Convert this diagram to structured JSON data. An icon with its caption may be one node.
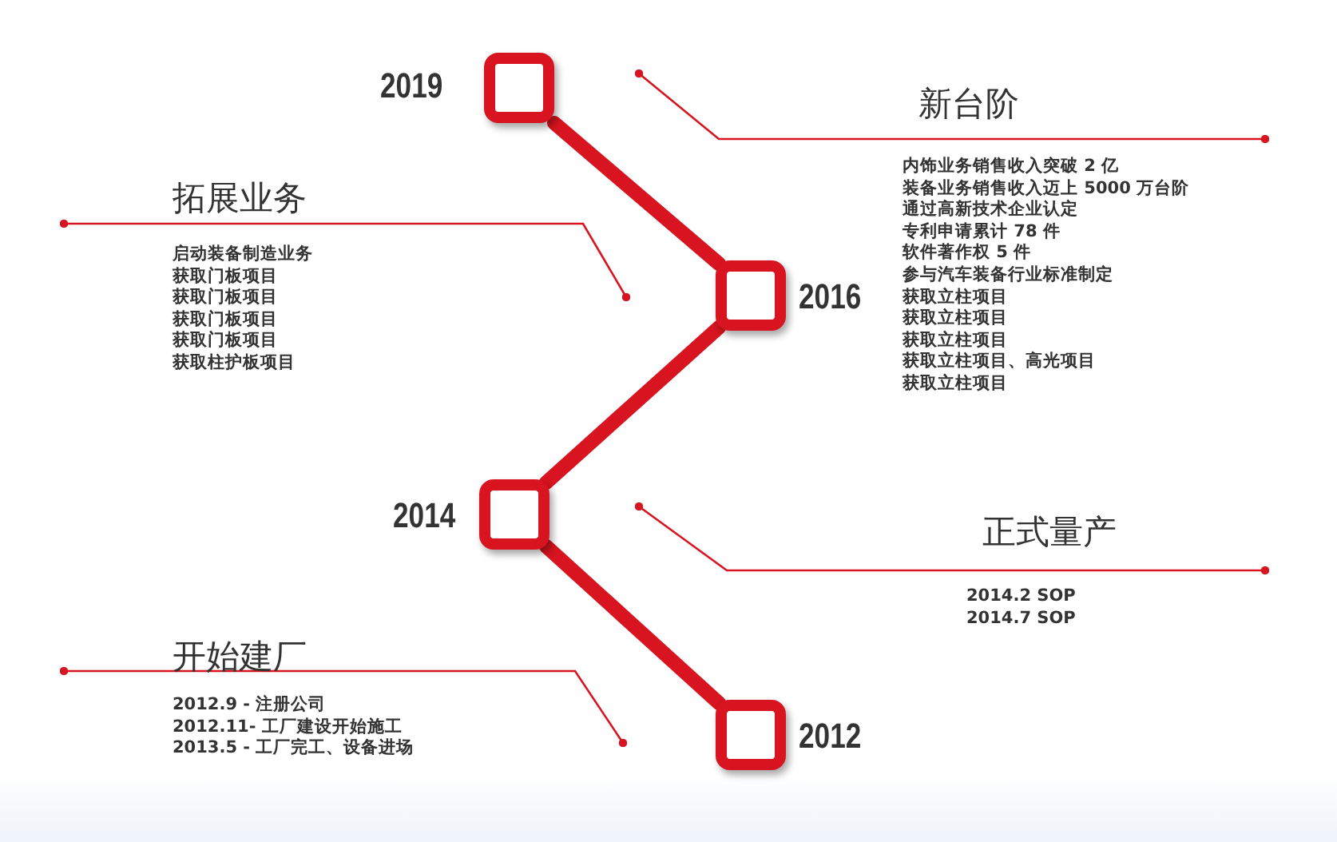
{
  "diagram": {
    "nodes": [
      {
        "text": [],
        "shape": "box",
        "beside": [
          "2019"
        ]
      },
      {
        "text": [
          "新台阶",
          "内饰业务销售收入突破 2 亿",
          "装备业务销售收入迈上 5000 万台阶",
          "通过高新技术企业认定",
          "专利申请累计 78 件",
          "软件著作权 5 件",
          "参与汽车装备行业标准制定",
          "获取立柱项目",
          "获取立柱项目",
          "获取立柱项目",
          "获取立柱项目、高光项目",
          "获取立柱项目"
        ]
      },
      {
        "text": [
          "拓展业务",
          "启动装备制造业务",
          "获取门板项目",
          "获取门板项目",
          "获取门板项目",
          "获取门板项目",
          "获取柱护板项目"
        ]
      },
      {
        "text": [],
        "shape": "box",
        "beside": [
          "2016"
        ]
      },
      {
        "text": [],
        "shape": "box",
        "beside": [
          "2014"
        ]
      },
      {
        "text": [
          "正式量产",
          "2014.2 SOP",
          "2014.7 SOP"
        ]
      },
      {
        "text": [
          "开始建厂",
          "2012.9 - 注册公司",
          "2012.11- 工厂建设开始施工",
          "2013.5 - 工厂完工、设备进场"
        ]
      },
      {
        "text": [],
        "shape": "box",
        "beside": [
          "2012"
        ]
      }
    ],
    "edges": [
      {
        "from": 0,
        "to": 3,
        "arrow": "none",
        "style": "thick"
      },
      {
        "from": 3,
        "to": 4,
        "arrow": "none",
        "style": "thick"
      },
      {
        "from": 4,
        "to": 7,
        "arrow": "none",
        "style": "thick"
      },
      {
        "from": 1,
        "to": 0,
        "arrow": "other"
      },
      {
        "from": 2,
        "to": 3,
        "arrow": "other"
      },
      {
        "from": 5,
        "to": 4,
        "arrow": "other"
      },
      {
        "from": 6,
        "to": 7,
        "arrow": "other"
      }
    ]
  }
}
